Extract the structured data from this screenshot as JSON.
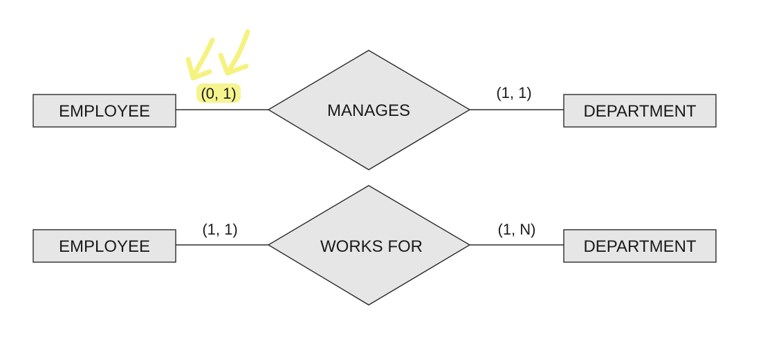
{
  "colors": {
    "shape_fill": "#e6e6e6",
    "stroke": "#2a2a2a",
    "text": "#1a1a1a",
    "highlight": "#f3f06a"
  },
  "relationships": [
    {
      "name": "MANAGES",
      "left_entity": "EMPLOYEE",
      "right_entity": "DEPARTMENT",
      "left_cardinality": "(0, 1)",
      "right_cardinality": "(1, 1)",
      "left_cardinality_highlighted": true
    },
    {
      "name": "WORKS FOR",
      "left_entity": "EMPLOYEE",
      "right_entity": "DEPARTMENT",
      "left_cardinality": "(1, 1)",
      "right_cardinality": "(1, N)",
      "left_cardinality_highlighted": false
    }
  ]
}
